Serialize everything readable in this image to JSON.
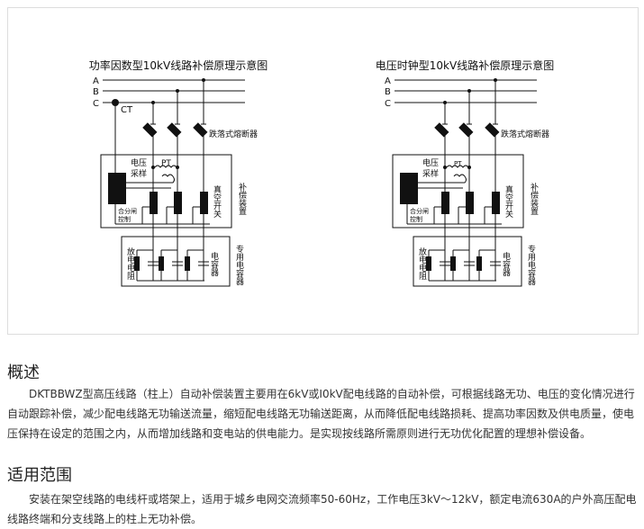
{
  "diagram_left": {
    "title": "功率因数型10kV线路补偿原理示意图",
    "phase_a": "A",
    "phase_b": "B",
    "phase_c": "C",
    "ct": "CT",
    "fuse": "跌落式熔断器",
    "voltage_sampling_1": "电压",
    "voltage_sampling_2": "采样",
    "pt": "PT",
    "vacuum_switch": "真空开关",
    "control_1": "合分闸",
    "control_2": "控制",
    "device": "补偿装置",
    "discharge_resistor": "放电电阻",
    "capacitor": "电容器",
    "dedicated_capacitor": "专用电容器"
  },
  "diagram_right": {
    "title": "电压时钟型10kV线路补偿原理示意图",
    "phase_a": "A",
    "phase_b": "B",
    "phase_c": "C",
    "fuse": "跌落式熔断器",
    "voltage_sampling_1": "电压",
    "voltage_sampling_2": "采样",
    "pt": "PT",
    "vacuum_switch": "真空开关",
    "control_1": "合分闸",
    "control_2": "控制",
    "device": "补偿装置",
    "discharge_resistor": "放电电阻",
    "capacitor": "电容器",
    "dedicated_capacitor": "专用电容器"
  },
  "overview": {
    "heading": "概述",
    "text": "DKTBBWZ型高压线路（柱上）自动补偿装置主要用在6kV或I0kV配电线路的自动补偿，可根据线路无功、电压的变化情况进行自动跟踪补偿，减少配电线路无功输送流量，缩短配电线路无功输送距离，从而降低配电线路损耗、提高功率因数及供电质量，使电压保持在设定的范围之内，从而增加线路和变电站的供电能力。是实现按线路所需原则进行无功优化配置的理想补偿设备。"
  },
  "scope": {
    "heading": "适用范围",
    "text": "安装在架空线路的电线杆或塔架上，适用于城乡电网交流频率50-60Hz，工作电压3kV～12kV，额定电流630A的户外高压配电线路终端和分支线路上的柱上无功补偿。"
  }
}
